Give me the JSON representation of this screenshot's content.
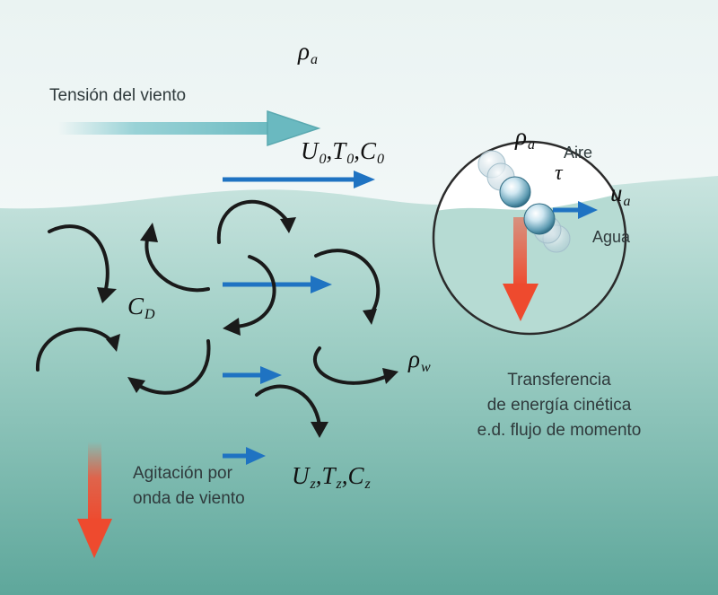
{
  "labels": {
    "wind_stress": "Tensión del viento",
    "air": "Aire",
    "water": "Agua",
    "energy_transfer_line1": "Transferencia",
    "energy_transfer_line2": "de energía cinética",
    "energy_transfer_line3": "e.d. flujo de momento",
    "wave_agitation_line1": "Agitación por",
    "wave_agitation_line2": "onda de viento"
  },
  "symbols": {
    "rho": "ρ",
    "sub_a": "a",
    "sub_w": "w",
    "tau": "τ",
    "u": "u",
    "C": "C",
    "sub_D": "D",
    "U": "U",
    "T": "T",
    "sub_0": "0",
    "sub_z": "z",
    "comma": ","
  },
  "colors": {
    "sky_top": "#ffffff",
    "water_top": "#c9e4df",
    "water_bottom": "#5ea79b",
    "wind_arrow": "#7cc6cc",
    "current_arrow": "#1f73c2",
    "downward_arrow": "#f0553a",
    "eddy": "#1a1a1a"
  },
  "icons": [
    "wind-stress-arrow-icon",
    "current-arrow-icon",
    "eddy-icon",
    "downward-flux-arrow-icon",
    "particle-sphere-icon"
  ]
}
